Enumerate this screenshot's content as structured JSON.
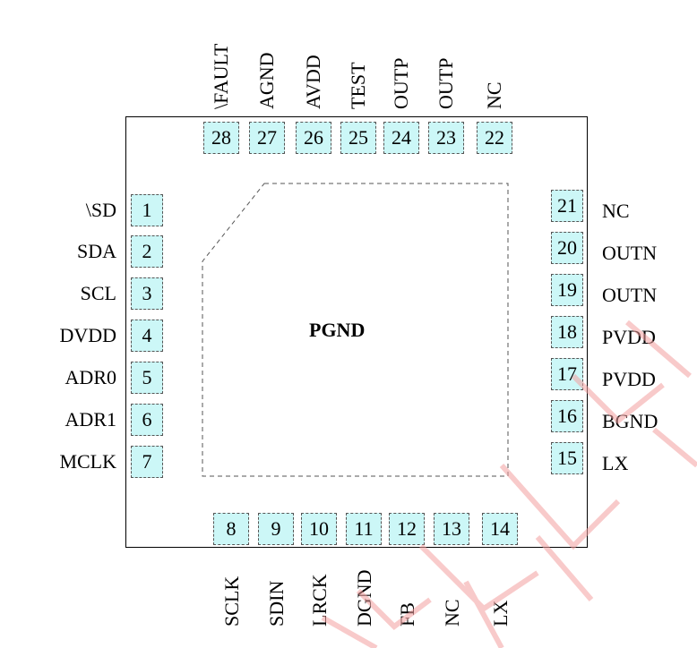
{
  "center_pad": {
    "label": "PGND"
  },
  "pins_left": [
    {
      "num": "1",
      "name": "\\SD"
    },
    {
      "num": "2",
      "name": "SDA"
    },
    {
      "num": "3",
      "name": "SCL"
    },
    {
      "num": "4",
      "name": "DVDD"
    },
    {
      "num": "5",
      "name": "ADR0"
    },
    {
      "num": "6",
      "name": "ADR1"
    },
    {
      "num": "7",
      "name": "MCLK"
    }
  ],
  "pins_bottom": [
    {
      "num": "8",
      "name": "SCLK"
    },
    {
      "num": "9",
      "name": "SDIN"
    },
    {
      "num": "10",
      "name": "LRCK"
    },
    {
      "num": "11",
      "name": "DGND"
    },
    {
      "num": "12",
      "name": "FB"
    },
    {
      "num": "13",
      "name": "NC"
    },
    {
      "num": "14",
      "name": "LX"
    }
  ],
  "pins_right": [
    {
      "num": "21",
      "name": "NC"
    },
    {
      "num": "20",
      "name": "OUTN"
    },
    {
      "num": "19",
      "name": "OUTN"
    },
    {
      "num": "18",
      "name": "PVDD"
    },
    {
      "num": "17",
      "name": "PVDD"
    },
    {
      "num": "16",
      "name": "BGND"
    },
    {
      "num": "15",
      "name": "LX"
    }
  ],
  "pins_top": [
    {
      "num": "28",
      "name": "\\FAULT"
    },
    {
      "num": "27",
      "name": "AGND"
    },
    {
      "num": "26",
      "name": "AVDD"
    },
    {
      "num": "25",
      "name": "TEST"
    },
    {
      "num": "24",
      "name": "OUTP"
    },
    {
      "num": "23",
      "name": "OUTP"
    },
    {
      "num": "22",
      "name": "NC"
    }
  ],
  "colors": {
    "pad_fill": "#ccf7f7",
    "outline": "#000000",
    "watermark": "#f4a0a0"
  },
  "watermark": {
    "text": "科技有限"
  }
}
